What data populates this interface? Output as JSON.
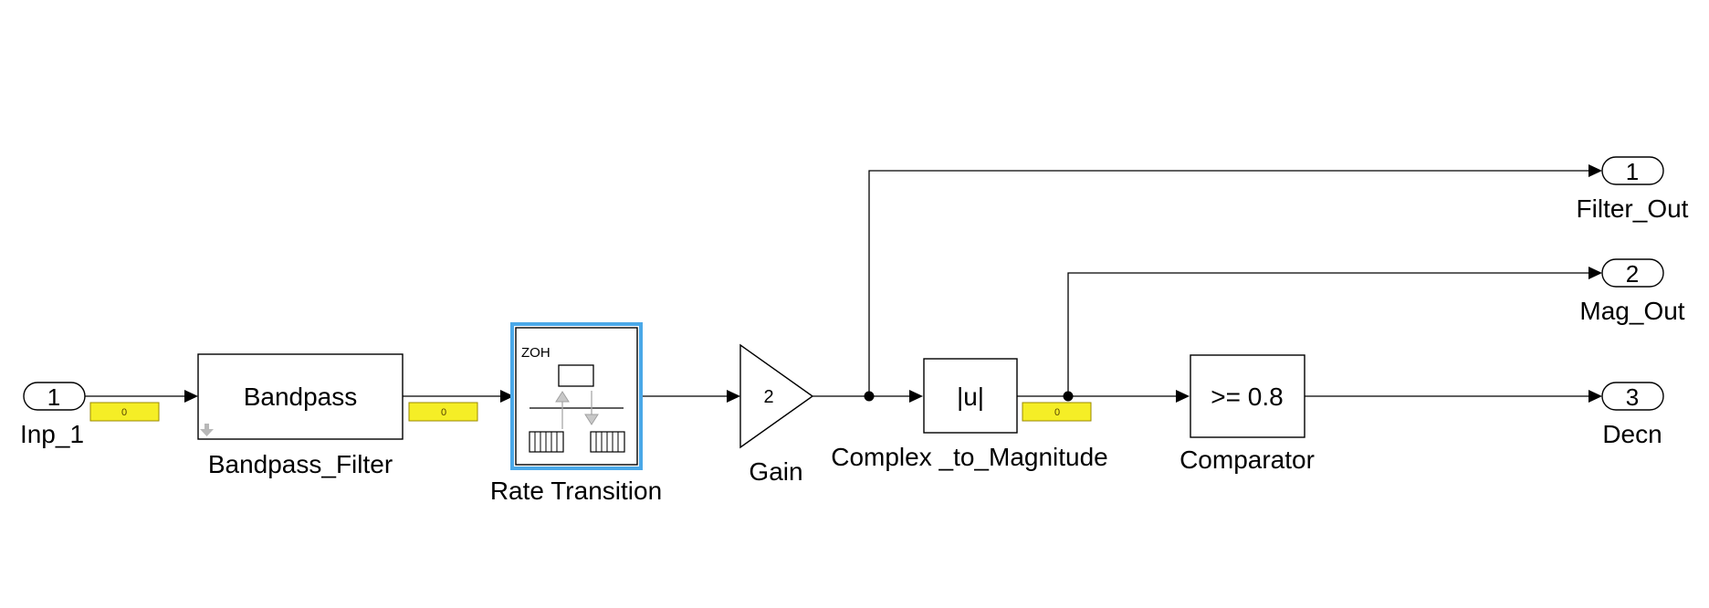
{
  "colors": {
    "selection_highlight": "#4aa8e8",
    "display_background": "#f5ee26",
    "wire": "#000000"
  },
  "inports": [
    {
      "number": "1",
      "name": "Inp_1"
    }
  ],
  "outports": [
    {
      "number": "1",
      "name": "Filter_Out"
    },
    {
      "number": "2",
      "name": "Mag_Out"
    },
    {
      "number": "3",
      "name": "Decn"
    }
  ],
  "blocks": {
    "bandpass": {
      "text": "Bandpass",
      "name": "Bandpass_Filter"
    },
    "rate_transition": {
      "text": "ZOH",
      "name": "Rate Transition",
      "selected": true
    },
    "gain": {
      "text": "2",
      "name": "Gain"
    },
    "abs": {
      "text": "|u|",
      "name": "Complex _to_Magnitude"
    },
    "comparator": {
      "text": ">= 0.8",
      "name": "Comparator"
    }
  },
  "displays": [
    {
      "value": "0"
    },
    {
      "value": "0"
    },
    {
      "value": "0"
    }
  ]
}
